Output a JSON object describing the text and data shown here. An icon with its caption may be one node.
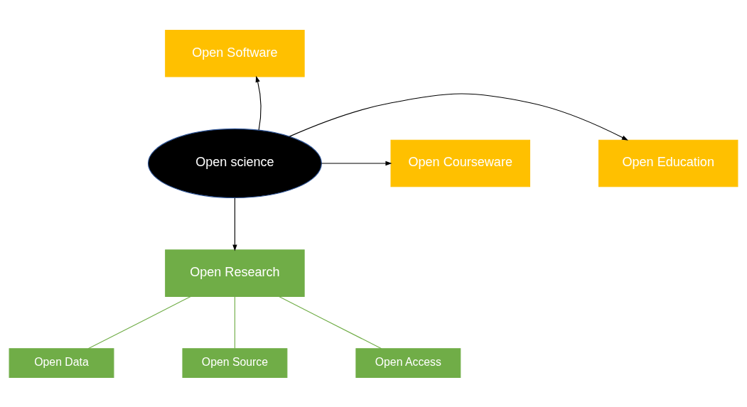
{
  "diagram": {
    "nodes": [
      {
        "text": [
          "Open science"
        ]
      },
      {
        "text": [
          "Open Software"
        ]
      },
      {
        "text": [
          "Open Education"
        ]
      },
      {
        "text": [
          "Open Courseware"
        ]
      },
      {
        "text": [
          "Open Research"
        ]
      },
      {
        "text": [
          "Open Data"
        ]
      },
      {
        "text": [
          "Open Source"
        ]
      },
      {
        "text": [
          "Open Access"
        ]
      }
    ],
    "edges": [
      {
        "from": 0,
        "to": 1,
        "arrow": "to"
      },
      {
        "from": 0,
        "to": 2,
        "arrow": "to"
      },
      {
        "from": 0,
        "to": 3,
        "arrow": "to"
      },
      {
        "from": 0,
        "to": 4,
        "arrow": "to"
      },
      {
        "from": 4,
        "to": 5,
        "arrow": "none",
        "color": "#70ad47"
      },
      {
        "from": 4,
        "to": 6,
        "arrow": "none",
        "color": "#70ad47"
      },
      {
        "from": 4,
        "to": 7,
        "arrow": "none",
        "color": "#70ad47"
      }
    ]
  }
}
